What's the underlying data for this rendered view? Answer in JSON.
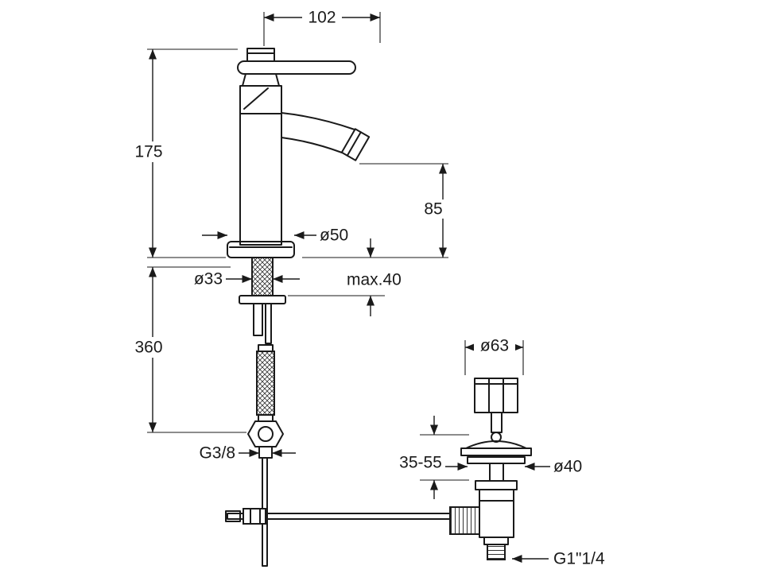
{
  "drawing": {
    "type": "technical-dimension-drawing",
    "subject": "bidet-mixer-faucet-with-pop-up-drain",
    "colors": {
      "line": "#1a1a1a",
      "background": "#ffffff"
    },
    "labels": {
      "d102": "102",
      "d175": "175",
      "d85": "85",
      "d50": "ø50",
      "d33": "ø33",
      "dmax40": "max.40",
      "d360": "360",
      "g38": "G3/8",
      "d63": "ø63",
      "d3555": "35-55",
      "d40": "ø40",
      "g114": "G1\"1/4"
    }
  }
}
